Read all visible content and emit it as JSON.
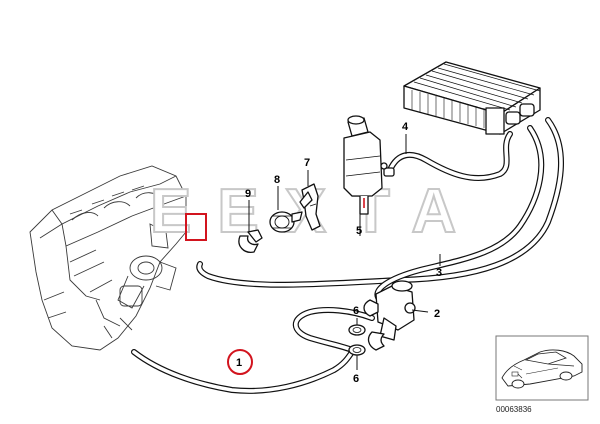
{
  "diagram": {
    "callouts": {
      "c1": "1",
      "c2": "2",
      "c3": "3",
      "c4": "4",
      "c5": "5",
      "c6a": "6",
      "c6b": "6",
      "c7": "7",
      "c8": "8",
      "c9": "9"
    },
    "highlighted_callout": "1",
    "highlight_color": "#d2141e",
    "watermark": "EEXTA",
    "watermark_accent_color": "#d2141e",
    "thumbnail": {
      "icon": "car-icon",
      "diagram_id": "00063836"
    }
  }
}
